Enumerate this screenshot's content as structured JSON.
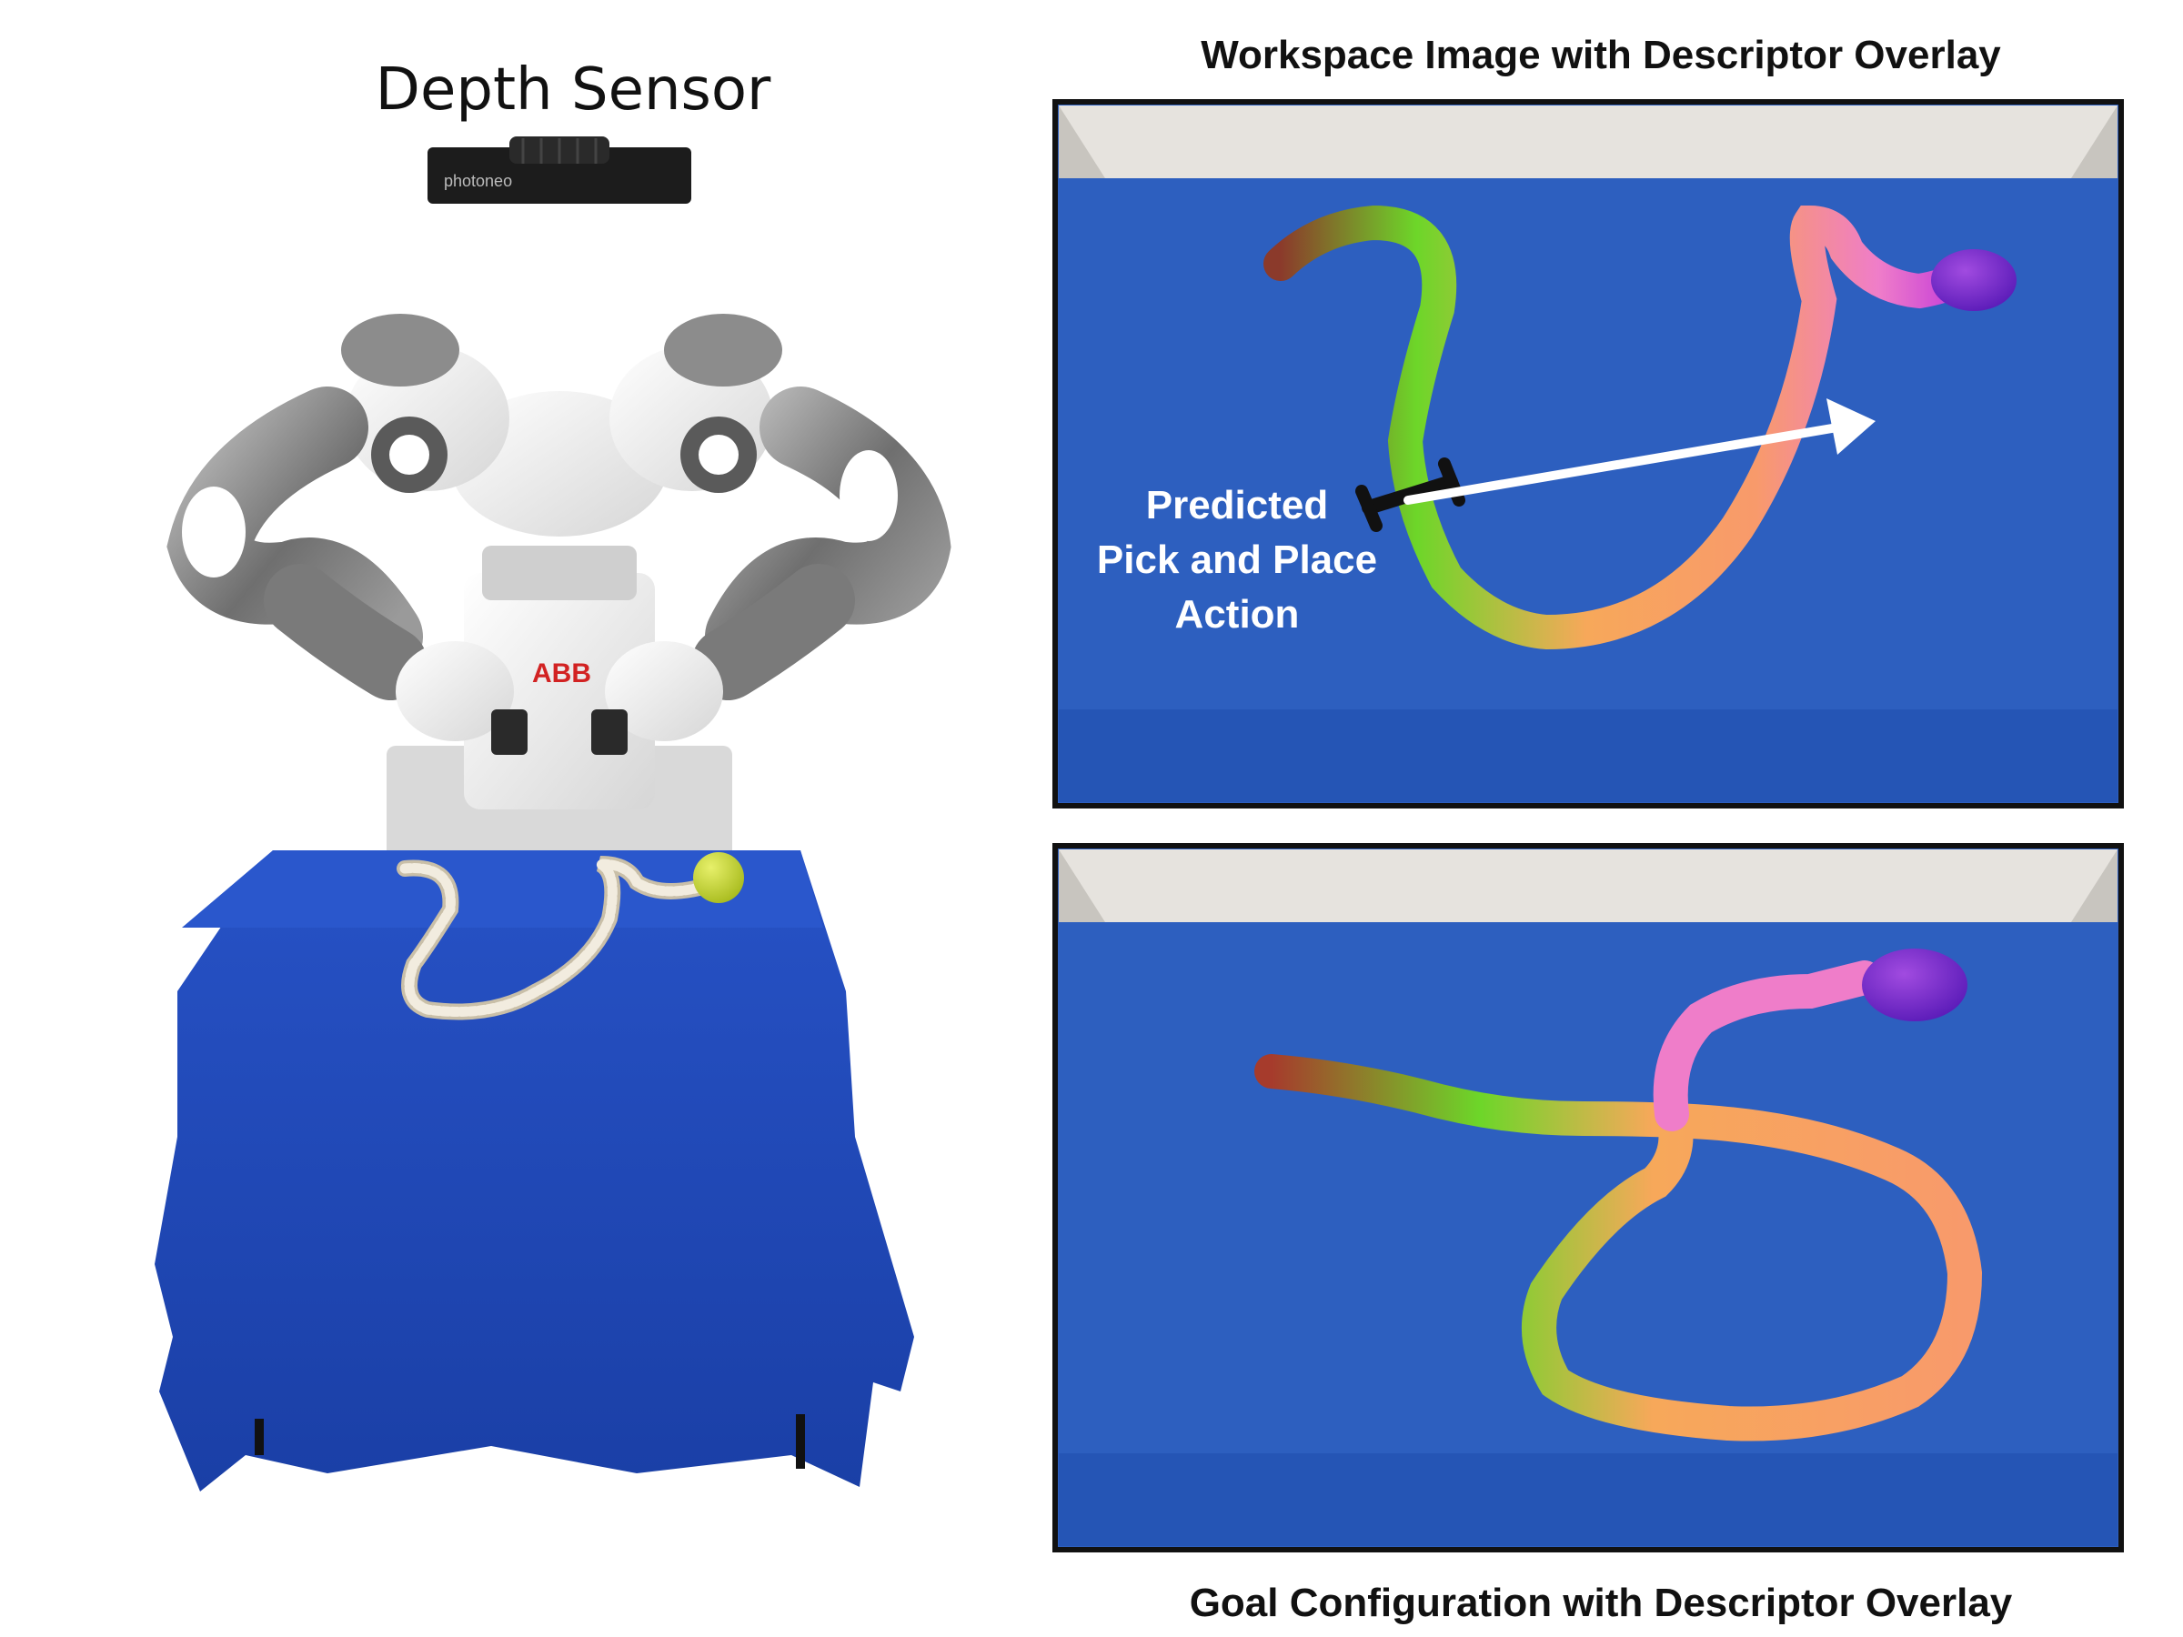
{
  "left": {
    "sensor_title": "Depth Sensor",
    "sensor_brand": "photoneo",
    "robot_brand": "ABB"
  },
  "workspace_panel": {
    "title": "Workspace Image with Descriptor Overlay",
    "annotation_lines": [
      "Predicted",
      "Pick and Place",
      "Action"
    ]
  },
  "goal_panel": {
    "title": "Goal Configuration with Descriptor Overlay"
  },
  "colors": {
    "table_cloth": "#1f49b8",
    "panel_background": "#2d5fbf",
    "wall": "#e6e3de",
    "rope": "#eee8d9",
    "ball": "#c9d92c",
    "descriptor_start": "#8b3a2b",
    "descriptor_green": "#6dd629",
    "descriptor_orange": "#f7a85a",
    "descriptor_pink": "#ef7dc9",
    "descriptor_end": "#6a22c8",
    "arrow": "#ffffff",
    "gripper": "#111111"
  }
}
